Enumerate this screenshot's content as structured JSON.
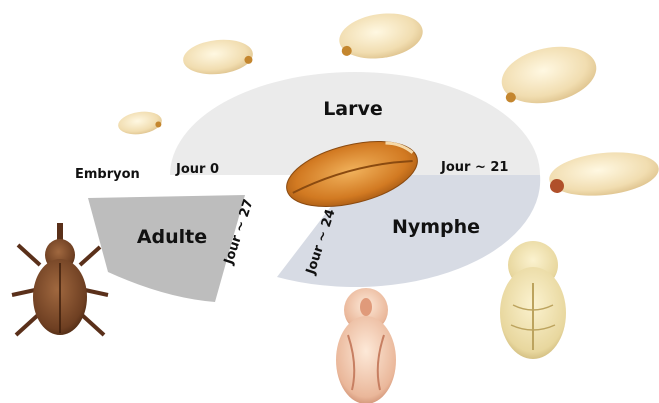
{
  "diagram": {
    "phases": {
      "larve": "Larve",
      "nymphe": "Nymphe",
      "adulte": "Adulte",
      "embryon": "Embryon"
    },
    "days": {
      "day0": "Jour 0",
      "day21": "Jour ~ 21",
      "day24": "Jour ~ 24",
      "day27": "Jour ~ 27"
    },
    "colors": {
      "larve_sector": "#ebebeb",
      "nymphe_sector": "#d7dbe4",
      "adulte_sector": "#bdbdbd",
      "larva_body": "#f3e2b4",
      "weevil_body": "#7a4a2a",
      "grain": "#d9862f",
      "pupa": "#e8b9a0"
    },
    "icons": [
      "larva-1-icon",
      "larva-2-icon",
      "larva-3-icon",
      "larva-4-icon",
      "larva-5-icon",
      "larva-6-icon",
      "wheat-grain-icon",
      "weevil-adult-icon",
      "pupa-front-icon",
      "pupa-back-icon"
    ]
  }
}
